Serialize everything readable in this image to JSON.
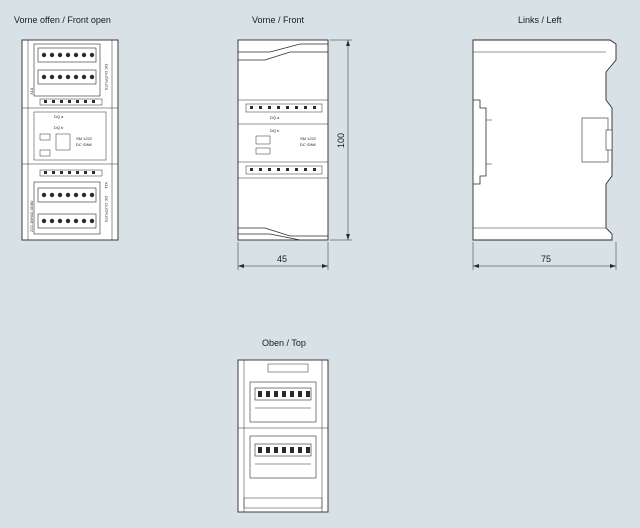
{
  "views": {
    "front_open": {
      "title": "Vorne offen / Front open",
      "top_connector_text": "DC OUTPUTS",
      "bottom_connector_text": "DC OUTPUTS",
      "status_row_top": [
        "DQ a",
        "DQ b"
      ],
      "side_text_top": "X10",
      "label_sm": "SM 1222",
      "label_type": "DC SINK",
      "side_text_bottom": "X11",
      "order_number": "222-1BH32-0XB0"
    },
    "front": {
      "title": "Vorne / Front",
      "dim_height": "100",
      "dim_width": "45",
      "label_sm": "SM 1222",
      "label_type": "DC SINK",
      "row_a": "DQ a",
      "row_b": "DQ b"
    },
    "left": {
      "title": "Links / Left",
      "dim_width": "75"
    },
    "top": {
      "title": "Oben / Top"
    }
  }
}
